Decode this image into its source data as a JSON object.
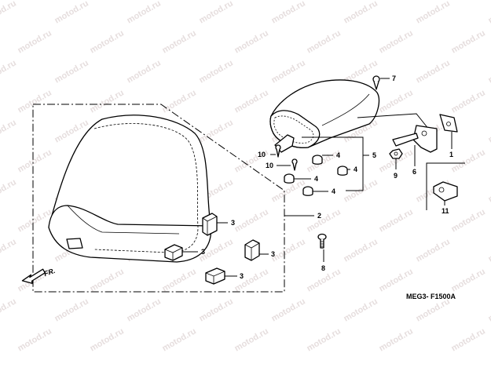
{
  "watermark": "motod.ru",
  "direction_marker": "FR.",
  "diagram_code": "MEG3- F1500A",
  "callouts": [
    {
      "id": "c1",
      "label": "1"
    },
    {
      "id": "c2",
      "label": "2"
    },
    {
      "id": "c3a",
      "label": "3"
    },
    {
      "id": "c3b",
      "label": "3"
    },
    {
      "id": "c3c",
      "label": "3"
    },
    {
      "id": "c3d",
      "label": "3"
    },
    {
      "id": "c4a",
      "label": "4"
    },
    {
      "id": "c4b",
      "label": "4"
    },
    {
      "id": "c4c",
      "label": "4"
    },
    {
      "id": "c4d",
      "label": "4"
    },
    {
      "id": "c5",
      "label": "5"
    },
    {
      "id": "c6",
      "label": "6"
    },
    {
      "id": "c7",
      "label": "7"
    },
    {
      "id": "c8",
      "label": "8"
    },
    {
      "id": "c9",
      "label": "9"
    },
    {
      "id": "c10a",
      "label": "10"
    },
    {
      "id": "c10b",
      "label": "10"
    },
    {
      "id": "c11",
      "label": "11"
    }
  ]
}
